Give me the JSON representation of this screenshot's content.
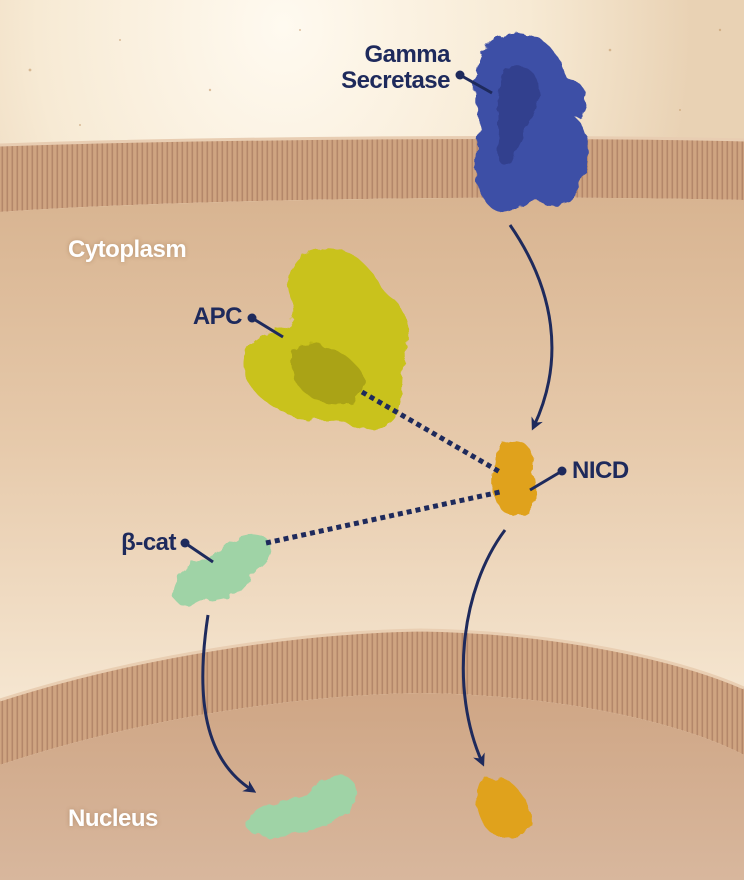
{
  "labels": {
    "gamma_line1": "Gamma",
    "gamma_line2": "Secretase",
    "cytoplasm": "Cytoplasm",
    "apc": "APC",
    "nicd": "NICD",
    "beta_cat": "β-cat",
    "nucleus": "Nucleus"
  },
  "colors": {
    "label_dark": "#1e2a5c",
    "label_light": "#ffffff",
    "gamma_secretase": "#3e4fa6",
    "apc": "#c9c21a",
    "nicd": "#e0a21a",
    "beta_cat": "#9fd3a6",
    "arrow": "#1e2a5c",
    "membrane": "#c89f7d",
    "cytoplasm": "#e2c3a2",
    "nucleus_interior": "#d4ae92"
  }
}
